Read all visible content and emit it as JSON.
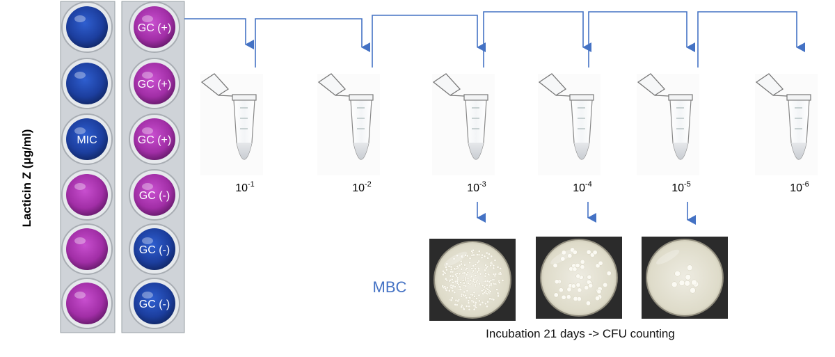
{
  "y_axis_label": "Lacticin Z (μg/ml)",
  "plate": {
    "left_column": [
      {
        "color": "blue",
        "label": ""
      },
      {
        "color": "blue",
        "label": ""
      },
      {
        "color": "blue",
        "label": "MIC"
      },
      {
        "color": "purple",
        "label": ""
      },
      {
        "color": "purple",
        "label": ""
      },
      {
        "color": "purple",
        "label": ""
      }
    ],
    "right_column": [
      {
        "color": "purple",
        "label": "GC (+)"
      },
      {
        "color": "purple",
        "label": "GC (+)"
      },
      {
        "color": "purple",
        "label": "GC (+)"
      },
      {
        "color": "purple",
        "label": "GC (-)"
      },
      {
        "color": "blue",
        "label": "GC (-)"
      },
      {
        "color": "blue",
        "label": "GC (-)"
      }
    ]
  },
  "dilutions": [
    {
      "base": "10",
      "exp": "-1"
    },
    {
      "base": "10",
      "exp": "-2"
    },
    {
      "base": "10",
      "exp": "-3"
    },
    {
      "base": "10",
      "exp": "-4"
    },
    {
      "base": "10",
      "exp": "-5"
    },
    {
      "base": "10",
      "exp": "-6"
    }
  ],
  "mbc_label": "MBC",
  "plates": [
    {
      "density": "lawn"
    },
    {
      "density": "many"
    },
    {
      "density": "few"
    }
  ],
  "caption": "Incubation 21 days -> CFU counting",
  "colors": {
    "arrow": "#4472c4",
    "well_blue": "#1c3e9e",
    "well_purple": "#a12ea6",
    "agar": "#e8e6d8",
    "mbc_text": "#4472c4"
  }
}
